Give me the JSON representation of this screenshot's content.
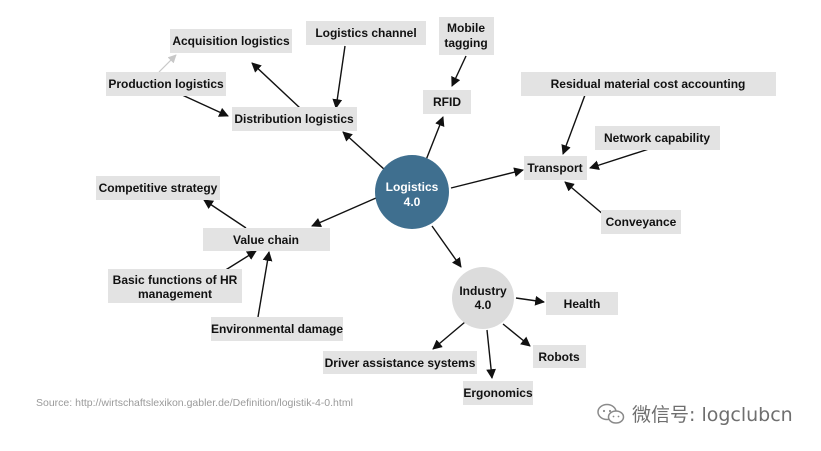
{
  "hub": {
    "line1": "Logistics",
    "line2": "4.0",
    "color": "#3f6f8f"
  },
  "industry": {
    "line1": "Industry",
    "line2": "4.0",
    "color": "#dcdcdc"
  },
  "nodes": {
    "acquisition_logistics": "Acquisition logistics",
    "logistics_channel": "Logistics channel",
    "mobile_tagging_line1": "Mobile",
    "mobile_tagging_line2": "tagging",
    "production_logistics": "Production logistics",
    "distribution_logistics": "Distribution logistics",
    "rfid": "RFID",
    "residual_material_cost_accounting": "Residual material cost accounting",
    "network_capability": "Network capability",
    "transport": "Transport",
    "conveyance": "Conveyance",
    "competitive_strategy": "Competitive strategy",
    "value_chain": "Value chain",
    "basic_functions_hr_line1": "Basic functions of HR",
    "basic_functions_hr_line2": "management",
    "environmental_damage": "Environmental damage",
    "health": "Health",
    "robots": "Robots",
    "driver_assistance_systems": "Driver assistance systems",
    "ergonomics": "Ergonomics"
  },
  "source": "Source: http://wirtschaftslexikon.gabler.de/Definition/logistik-4-0.html",
  "watermark": {
    "text": "微信号: logclubcn",
    "icon": "wechat-icon"
  },
  "colors": {
    "box": "#e3e3e3",
    "arrow": "#111111",
    "faint_arrow": "#c8c8c8"
  }
}
